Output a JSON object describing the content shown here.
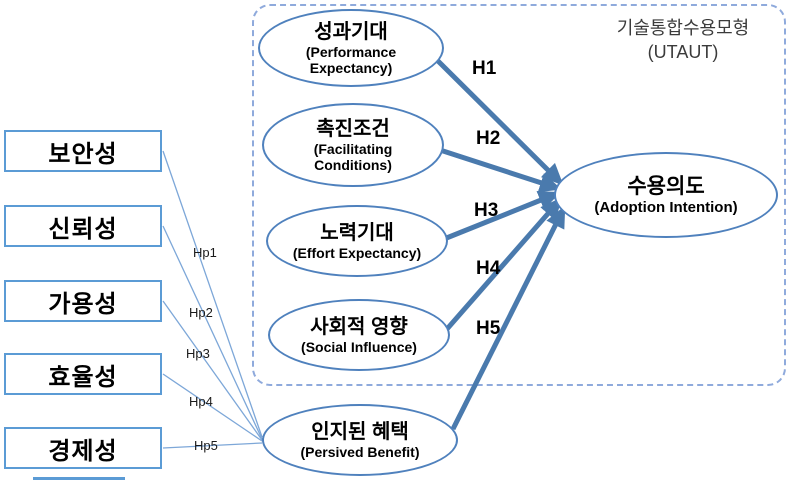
{
  "utaut": {
    "title_line1": "기술통합수용모형",
    "title_line2": "(UTAUT)"
  },
  "external_factors": [
    {
      "label": "보안성"
    },
    {
      "label": "신뢰성"
    },
    {
      "label": "가용성"
    },
    {
      "label": "효율성"
    },
    {
      "label": "경제성"
    }
  ],
  "factor_hypotheses": [
    "Hp1",
    "Hp2",
    "Hp3",
    "Hp4",
    "Hp5"
  ],
  "constructs": [
    {
      "ko": "성과기대",
      "en": "(Performance Expectancy)"
    },
    {
      "ko": "촉진조건",
      "en": "(Facilitating Conditions)"
    },
    {
      "ko": "노력기대",
      "en": "(Effort Expectancy)"
    },
    {
      "ko": "사회적 영향",
      "en": "(Social Influence)"
    },
    {
      "ko": "인지된 혜택",
      "en": "(Persived Benefit)"
    }
  ],
  "hypotheses": [
    "H1",
    "H2",
    "H3",
    "H4",
    "H5"
  ],
  "outcome": {
    "ko": "수용의도",
    "en": "(Adoption Intention)"
  },
  "colors": {
    "ellipse_border": "#4f81bd",
    "rect_border": "#5b9bd5",
    "dashed_border": "#8faadc",
    "arrow": "#4a7aad",
    "thin_line": "#7da7d8",
    "title_text": "#3b3b3b",
    "text": "#000000"
  }
}
